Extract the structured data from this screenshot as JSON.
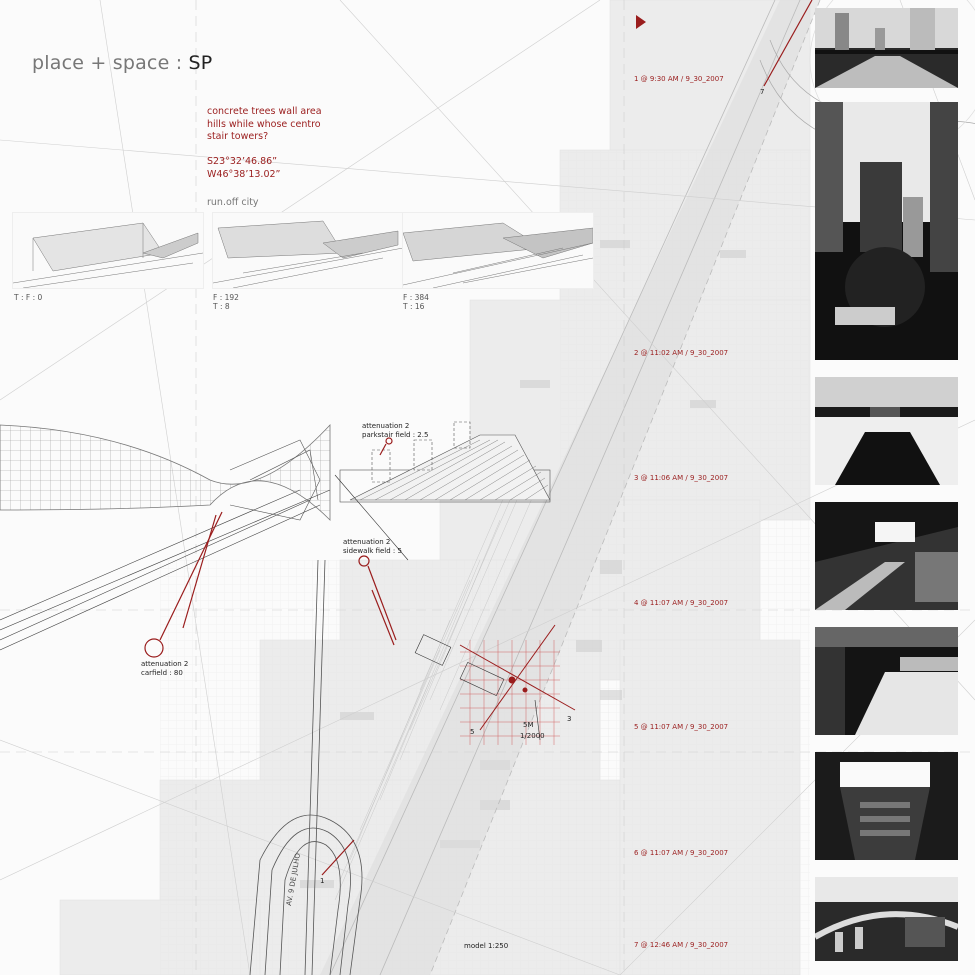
{
  "header": {
    "title_prefix": "place + space : ",
    "title_suffix": "SP"
  },
  "intro": {
    "poem_lines": [
      "concrete trees wall area",
      "hills while whose centro",
      "stair towers?"
    ],
    "lat": "S23°32’46.86”",
    "lon": "W46°38’13.02”",
    "subtitle": "run.off city"
  },
  "frames": [
    {
      "label": "T : F : 0"
    },
    {
      "label": "F : 192\nT : 8"
    },
    {
      "label": "F : 384\nT : 16"
    }
  ],
  "annotations": {
    "parkstair": "attenuation 2\nparkstair field : 2.5",
    "sidewalk": "attenuation 2\nsidewalk field : 5",
    "carfield": "attenuation 2\ncarfield : 80",
    "scale_top": "5M",
    "scale_bottom": "1/2000",
    "model": "model 1:250",
    "avenue": "AV. 9 DE JULHO",
    "mark_1": "1",
    "mark_7": "7",
    "mark_5": "5",
    "mark_3": "3"
  },
  "timestamps": [
    "1 @ 9:30 AM / 9_30_2007",
    "2 @ 11:02 AM / 9_30_2007",
    "3 @ 11:06 AM / 9_30_2007",
    "4 @ 11:07 AM / 9_30_2007",
    "5 @ 11:07 AM / 9_30_2007",
    "6 @ 11:07 AM / 9_30_2007",
    "7 @ 12:46 AM / 9_30_2007"
  ],
  "colors": {
    "accent": "#9a1d1d",
    "text_grey": "#777777",
    "photo_dark": "#1e1e1e"
  }
}
